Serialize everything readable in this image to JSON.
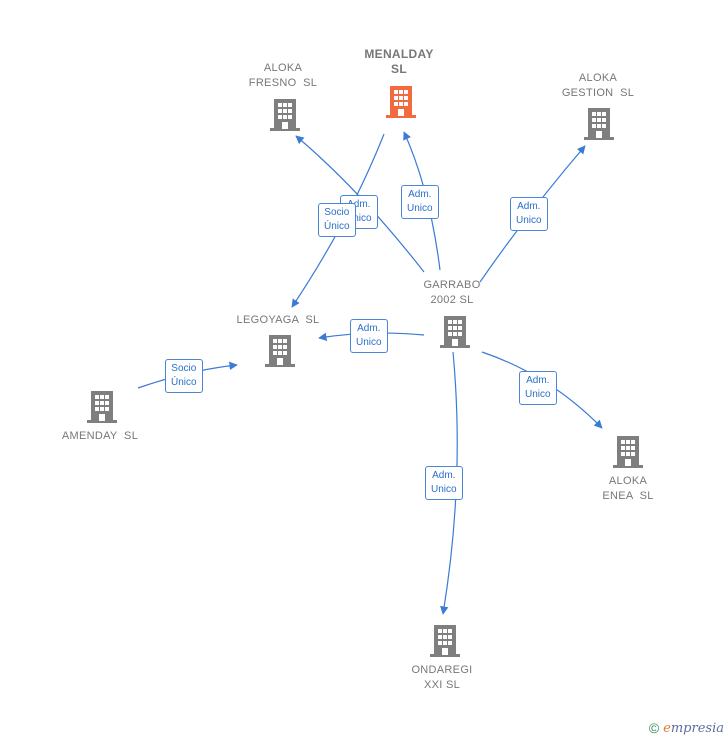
{
  "nodes": {
    "menalday": {
      "label": "MENALDAY\nSL",
      "color": "#f26a3e"
    },
    "aloka_fresno": {
      "label": "ALOKA\nFRESNO  SL",
      "color": "#7f7f7f"
    },
    "aloka_gestion": {
      "label": "ALOKA\nGESTION  SL",
      "color": "#7f7f7f"
    },
    "garrabo": {
      "label": "GARRABO\n2002 SL",
      "color": "#7f7f7f"
    },
    "legoyaga": {
      "label": "LEGOYAGA  SL",
      "color": "#7f7f7f"
    },
    "amenday": {
      "label": "AMENDAY  SL",
      "color": "#7f7f7f"
    },
    "aloka_enea": {
      "label": "ALOKA\nENEA  SL",
      "color": "#7f7f7f"
    },
    "ondaregi": {
      "label": "ONDAREGI\nXXI SL",
      "color": "#7f7f7f"
    }
  },
  "edges": {
    "garrabo_fresno": "Adm.\nUnico",
    "menalday_legoyaga": "Socio\nÚnico",
    "garrabo_menalday": "Adm.\nUnico",
    "garrabo_gestion": "Adm.\nUnico",
    "garrabo_legoyaga": "Adm.\nUnico",
    "amenday_legoyaga": "Socio\nÚnico",
    "garrabo_enea": "Adm.\nUnico",
    "garrabo_ondaregi": "Adm.\nUnico"
  },
  "colors": {
    "edge": "#3a7bd5",
    "node_default": "#7f7f7f",
    "node_focus": "#f26a3e"
  },
  "brand": {
    "copyright": "©",
    "name_initial": "e",
    "name_rest": "mpresia"
  }
}
